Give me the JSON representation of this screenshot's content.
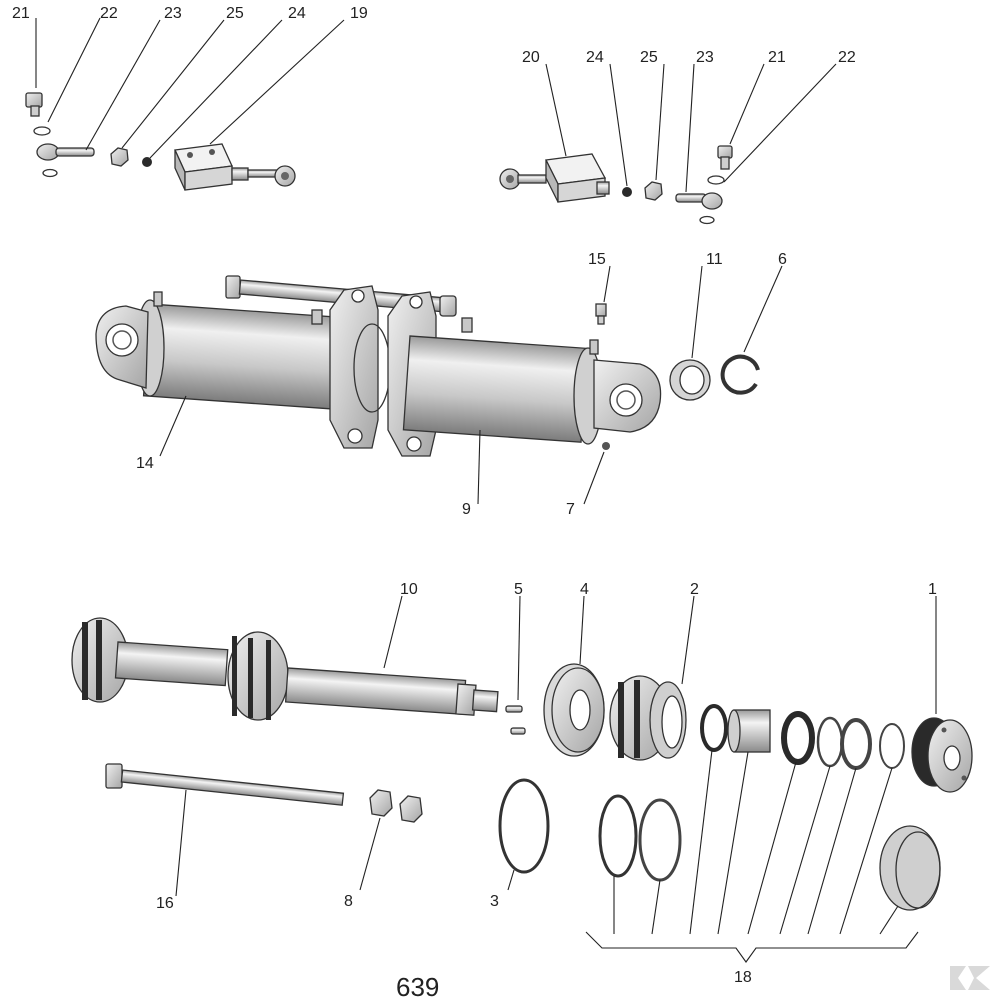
{
  "page_number": "639",
  "callouts": {
    "c21a": "21",
    "c22a": "22",
    "c23a": "23",
    "c25a": "25",
    "c24a": "24",
    "c19": "19",
    "c20": "20",
    "c24b": "24",
    "c25b": "25",
    "c23b": "23",
    "c21b": "21",
    "c22b": "22",
    "c15": "15",
    "c11": "11",
    "c6": "6",
    "c14": "14",
    "c9": "9",
    "c7": "7",
    "c10": "10",
    "c5": "5",
    "c4": "4",
    "c2": "2",
    "c1": "1",
    "c16": "16",
    "c8": "8",
    "c3": "3",
    "c18": "18"
  },
  "colors": {
    "metal_light": "#e6e6e6",
    "metal_mid": "#bdbdbd",
    "metal_dark": "#8a8a8a",
    "outline": "#333333",
    "seal_black": "#2a2a2a",
    "logo": "#d9d9d9"
  }
}
